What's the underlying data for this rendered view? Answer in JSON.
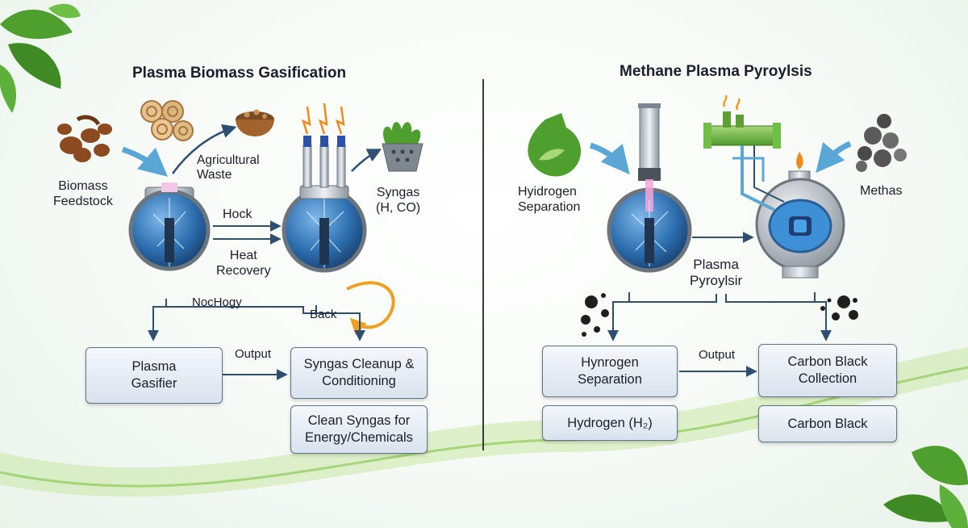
{
  "left": {
    "title": "Plasma Biomass Gasification",
    "labels": {
      "feedstock": "Biomass\nFeedstock",
      "agricultural": "Agricultural\nWaste",
      "syngas": "Syngas\n(H, CO)",
      "hock": "Hock",
      "heat_recovery": "Heat\nRecovery",
      "nochogy": "NocHogy",
      "back": "Back",
      "output": "Output"
    },
    "boxes": {
      "gasifier": "Plasma\nGasifier",
      "cleanup": "Syngas Cleanup &\nConditioning",
      "clean_syngas": "Clean Syngas for\nEnergy/Chemicals"
    }
  },
  "right": {
    "title": "Methane Plasma Pyroylsis",
    "labels": {
      "h_sep": "Hyidrogen\nSeparation",
      "methas": "Methas",
      "pyroylsir": "Plasma\nPyroylsir",
      "output": "Output"
    },
    "boxes": {
      "hynrogen": "Hynrogen\nSeparation",
      "carbon_collection": "Carbon Black\nCollection",
      "hydrogen": "Hydrogen (H₂)",
      "carbon_black": "Carbon Black"
    }
  },
  "colors": {
    "arrow": "#2f4f72",
    "accent_arrow": "#5aa7d6",
    "leaf": "#4f9f2f",
    "reactor": "#2d6fb0"
  }
}
